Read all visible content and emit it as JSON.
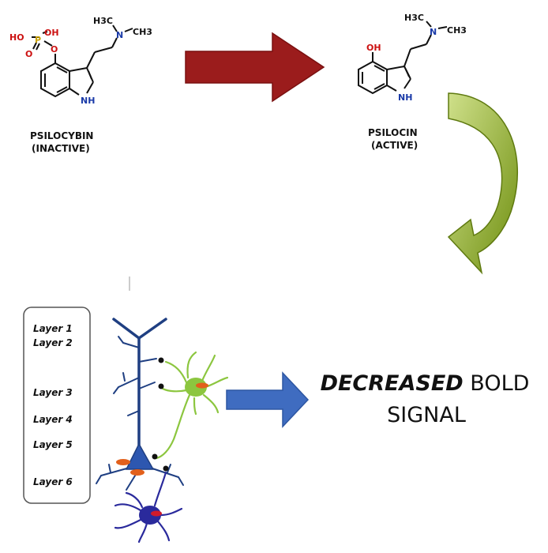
{
  "molecules": {
    "psilocybin": {
      "atoms": {
        "ho": "HO",
        "oh": "OH",
        "p": "P",
        "o_double": "O",
        "o_ester": "O",
        "n_amine": "N",
        "ch3_left": "H3C",
        "ch3_right": "CH3",
        "nh": "NH"
      },
      "name": "PSILOCYBIN",
      "state": "(INACTIVE)"
    },
    "psilocin": {
      "atoms": {
        "oh": "OH",
        "n_amine": "N",
        "ch3_left": "H3C",
        "ch3_right": "CH3",
        "nh": "NH"
      },
      "name": "PSILOCIN",
      "state": "(ACTIVE)"
    }
  },
  "cortex": {
    "layers": [
      "Layer 1",
      "Layer 2",
      "Layer 3",
      "Layer 4",
      "Layer 5",
      "Layer 6"
    ]
  },
  "result": {
    "emphasis": "DECREASED",
    "rest": "BOLD",
    "line2": "SIGNAL"
  },
  "colors": {
    "red_arrow": "#9b1c1c",
    "green_arrow": "#7da21a",
    "blue_arrow": "#3f6cc0",
    "pyramidal": "#1f3f82",
    "interneuron_green": "#8cc63f",
    "interneuron_blue": "#2a2a9c",
    "receptor": "#e2601b",
    "oxygen": "#cc1111",
    "nitrogen": "#1a3aa8",
    "phosphorus": "#c8a000"
  }
}
